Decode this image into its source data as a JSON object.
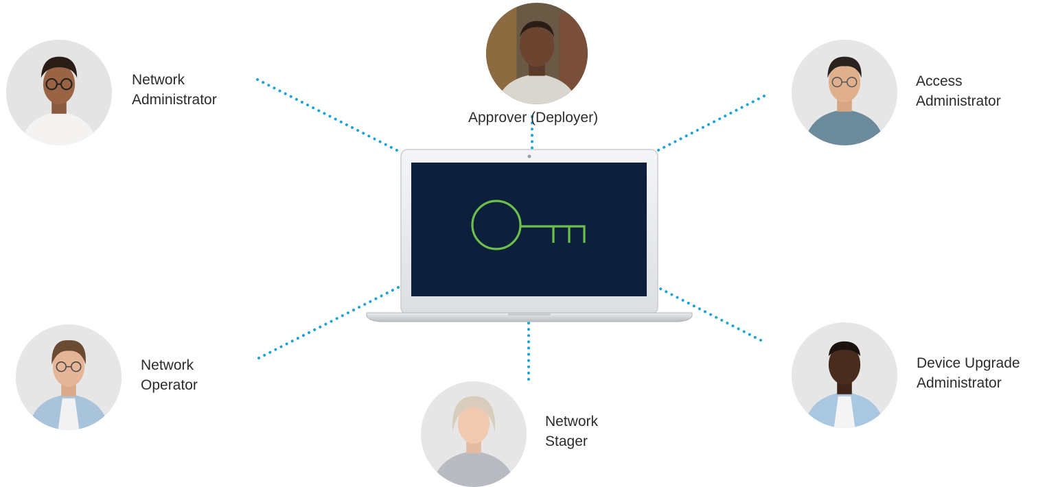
{
  "colors": {
    "connector": "#1ba3d6",
    "screen": "#0e1f3b",
    "key": "#6bc04b"
  },
  "center": {
    "device": "laptop-icon",
    "symbol": "key-icon"
  },
  "roles": [
    {
      "id": "network-administrator",
      "lines": [
        "Network",
        "Administrator"
      ],
      "icon": "person-avatar"
    },
    {
      "id": "approver-deployer",
      "lines": [
        "Approver (Deployer)"
      ],
      "icon": "person-avatar"
    },
    {
      "id": "access-administrator",
      "lines": [
        "Access",
        "Administrator"
      ],
      "icon": "person-avatar"
    },
    {
      "id": "network-operator",
      "lines": [
        "Network",
        "Operator"
      ],
      "icon": "person-avatar"
    },
    {
      "id": "network-stager",
      "lines": [
        "Network",
        "Stager"
      ],
      "icon": "person-avatar"
    },
    {
      "id": "device-upgrade-administrator",
      "lines": [
        "Device Upgrade",
        "Administrator"
      ],
      "icon": "person-avatar"
    }
  ]
}
